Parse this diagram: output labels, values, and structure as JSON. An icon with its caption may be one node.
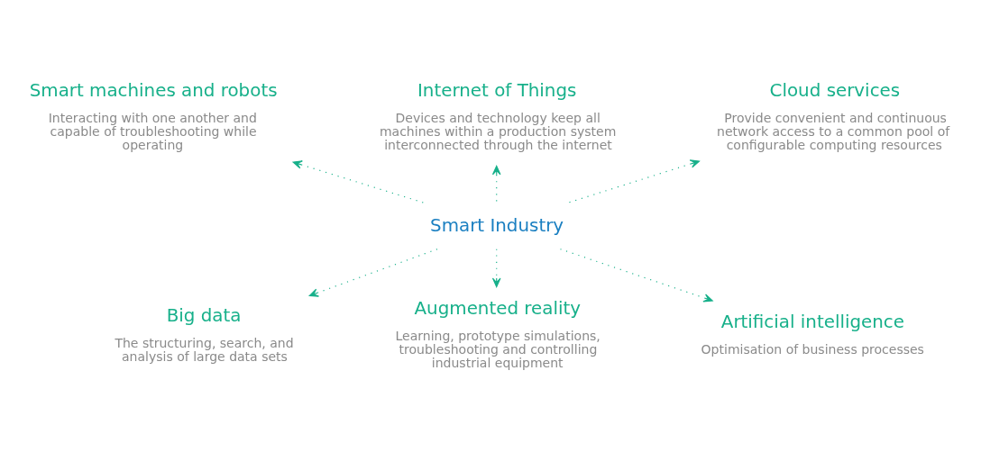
{
  "diagram": {
    "nodes": [
      {
        "text": [
          "Smart machines and robots",
          "Interacting with one another and capable of troubleshooting while operating"
        ]
      },
      {
        "text": [
          "Internet of Things",
          "Devices and technology keep all machines within a production system interconnected through the internet"
        ]
      },
      {
        "text": [
          "Cloud services",
          "Provide convenient and continuous network access to a common pool of configurable computing resources"
        ]
      },
      {
        "text": [
          "Smart Industry"
        ]
      },
      {
        "text": [
          "Big data",
          "The structuring, search, and analysis of large data sets"
        ]
      },
      {
        "text": [
          "Augmented reality",
          "Learning, prototype simulations, troubleshooting and controlling industrial equipment"
        ]
      },
      {
        "text": [
          "Artificial intelligence",
          "Optimisation of business processes"
        ]
      }
    ],
    "edges": [
      {
        "from": 3,
        "to": 0,
        "arrow": "to",
        "style": "dashed"
      },
      {
        "from": 3,
        "to": 1,
        "arrow": "to",
        "style": "dashed"
      },
      {
        "from": 3,
        "to": 2,
        "arrow": "to",
        "style": "dashed"
      },
      {
        "from": 3,
        "to": 4,
        "arrow": "to",
        "style": "dashed"
      },
      {
        "from": 3,
        "to": 5,
        "arrow": "to",
        "style": "dashed"
      },
      {
        "from": 3,
        "to": 6,
        "arrow": "to",
        "style": "dashed"
      }
    ]
  }
}
